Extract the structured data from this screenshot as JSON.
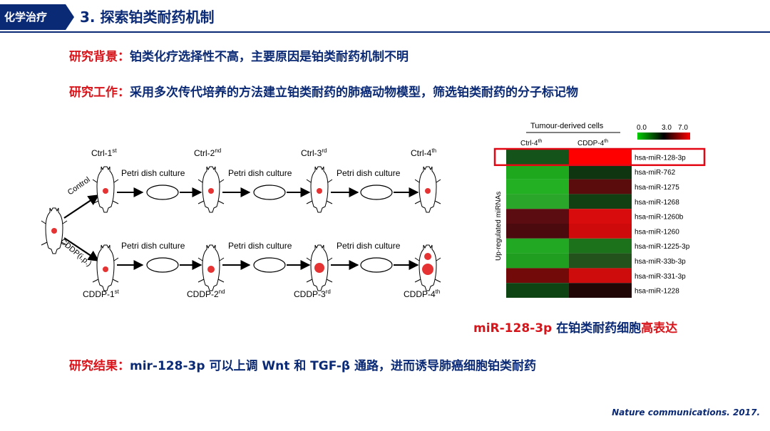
{
  "header": {
    "tag": "化学治疗",
    "title": "3. 探索铂类耐药机制"
  },
  "background": {
    "label": "研究背景：",
    "text": "铂类化疗选择性不高，主要原因是铂类耐药机制不明"
  },
  "work": {
    "label": "研究工作：",
    "text": "采用多次传代培养的方法建立铂类耐药的肺癌动物模型，筛选铂类耐药的分子标记物"
  },
  "diagram": {
    "ctrl_labels": [
      "Ctrl-1",
      "Ctrl-2",
      "Ctrl-3",
      "Ctrl-4"
    ],
    "ctrl_sups": [
      "st",
      "nd",
      "rd",
      "th"
    ],
    "cddp_labels": [
      "CDDP-1",
      "CDDP-2",
      "CDDP-3",
      "CDDP-4"
    ],
    "cddp_sups": [
      "st",
      "nd",
      "rd",
      "th"
    ],
    "culture_label": "Petri dish culture",
    "branch_control": "Control",
    "branch_cddp": "CDDP(i.p.)"
  },
  "heatmap": {
    "header": "Tumour-derived cells",
    "col_ctrl": "Ctrl-4",
    "col_cddp": "CDDP-4",
    "col_sup": "th",
    "y_label": "Up-regulated miRNAs",
    "scale_ticks": [
      "0.0",
      "3.0",
      "7.0"
    ],
    "scale_colors": [
      "#00cc00",
      "#000000",
      "#ff0000"
    ],
    "rows": [
      {
        "name": "hsa-miR-128-3p",
        "ctrl": "#14541a",
        "cddp": "#ff0000"
      },
      {
        "name": "hsa-miR-762",
        "ctrl": "#1ea81e",
        "cddp": "#0e3410"
      },
      {
        "name": "hsa-miR-1275",
        "ctrl": "#23b023",
        "cddp": "#5a0c0c"
      },
      {
        "name": "hsa-miR-1268",
        "ctrl": "#2aa72a",
        "cddp": "#124012"
      },
      {
        "name": "hsa-miR-1260b",
        "ctrl": "#5a0c10",
        "cddp": "#d80c0c"
      },
      {
        "name": "hsa-miR-1260",
        "ctrl": "#4a0a0e",
        "cddp": "#cf0a0a"
      },
      {
        "name": "hsa-miR-1225-3p",
        "ctrl": "#23a823",
        "cddp": "#1b721b"
      },
      {
        "name": "hsa-miR-33b-3p",
        "ctrl": "#1f9e1f",
        "cddp": "#23521d"
      },
      {
        "name": "hsa-miR-331-3p",
        "ctrl": "#720a0a",
        "cddp": "#ce0c0c"
      },
      {
        "name": "hsa-miR-1228",
        "ctrl": "#0e4414",
        "cddp": "#220707"
      }
    ],
    "highlight_color": "#e30613"
  },
  "caption": {
    "a": "miR-128-3p",
    "b": " 在铂类耐药细胞",
    "c": "高表达"
  },
  "result": {
    "label": "研究结果：",
    "text": "mir-128-3p 可以上调 Wnt 和 TGF-β 通路，进而诱导肺癌细胞铂类耐药"
  },
  "citation": "Nature communications. 2017."
}
